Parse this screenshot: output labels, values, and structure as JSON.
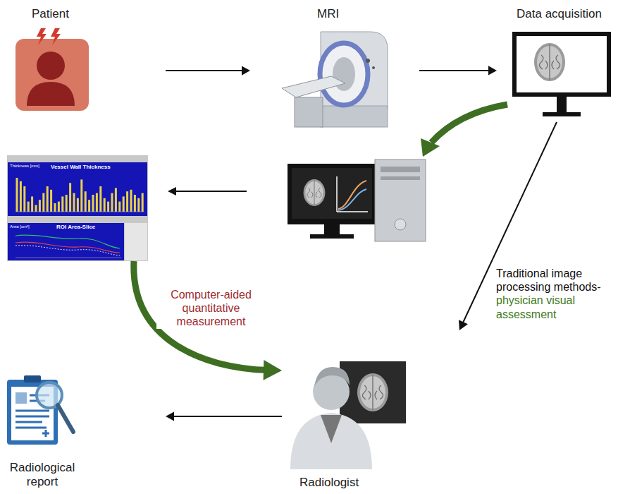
{
  "diagram": {
    "nodes": [
      {
        "text": [
          "Patient"
        ]
      },
      {
        "text": [
          "MRI"
        ]
      },
      {
        "text": [
          "Data acquisition"
        ]
      },
      {
        "text": [
          "Vessel Wall Thickness",
          "ROI Area-Slice"
        ]
      },
      {
        "text": [
          "Radiologist"
        ]
      },
      {
        "text": [
          "Radiological report"
        ]
      }
    ],
    "edges": [
      {
        "from": 0,
        "to": 1,
        "arrow": "to"
      },
      {
        "from": 1,
        "to": 2,
        "arrow": "to"
      },
      {
        "from": 3,
        "to": 4,
        "label": "Computer-aided quantitative measurement",
        "arrow": "to"
      },
      {
        "from": 2,
        "to": 4,
        "label": "Traditional image processing methods-",
        "arrow": "to"
      },
      {
        "from": 4,
        "to": 5,
        "arrow": "to"
      }
    ],
    "labels": [
      "Thickness [mm]",
      "Area [cm²]",
      "physician visual assessment"
    ]
  }
}
